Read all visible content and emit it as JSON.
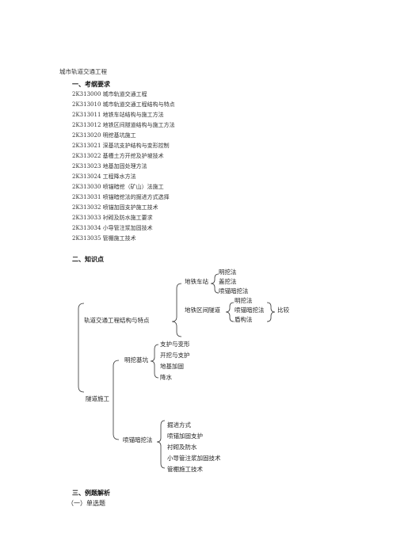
{
  "doc": {
    "title": "城市轨道交通工程",
    "section1": "一、考纲要求",
    "outline": [
      "2K313000 城市轨道交通工程",
      "2K313010 城市轨道交通工程结构与特点",
      "2K313011 地铁车站结构与施工方法",
      "2K313012 地铁区间隧道结构与施工方法",
      "2K313020 明挖基坑施工",
      "2K313021 深基坑支护结构与变形控制",
      "2K313022 基槽土方开挖及护坡技术",
      "2K313023 地基加固处理方法",
      "2K313024 工程降水方法",
      "2K313030 喷锚暗挖（矿山）法施工",
      "2K313031 喷锚暗挖法的掘进方式选择",
      "2K313032 喷锚加固支护施工技术",
      "2K313033 衬砌及防水施工要求",
      "2K313034 小导管注浆加固技术",
      "2K313035 管棚施工技术"
    ],
    "section2": "二、知识点",
    "section3": "三、例题解析",
    "sub1": "（一）单选题"
  },
  "diagram": {
    "root": "轨道交通工程结构与特点",
    "station": "地铁车站",
    "station_methods": [
      "明挖法",
      "盖挖法",
      "喷锚暗挖法"
    ],
    "tunnel": "地铁区间隧道",
    "tunnel_methods": [
      "明挖法",
      "喷锚暗挖法",
      "盾构法"
    ],
    "compare": "比较",
    "tunnel_construction": "隧道施工",
    "open_pit": "明挖基坑",
    "open_pit_items": [
      "支护与变形",
      "开挖与支护",
      "地基加固",
      "降水"
    ],
    "shotcrete": "喷锚暗挖法",
    "shotcrete_items": [
      "掘进方式",
      "喷锚加固支护",
      "衬砌及防水",
      "小导管注浆加固技术",
      "管棚施工技术"
    ]
  }
}
